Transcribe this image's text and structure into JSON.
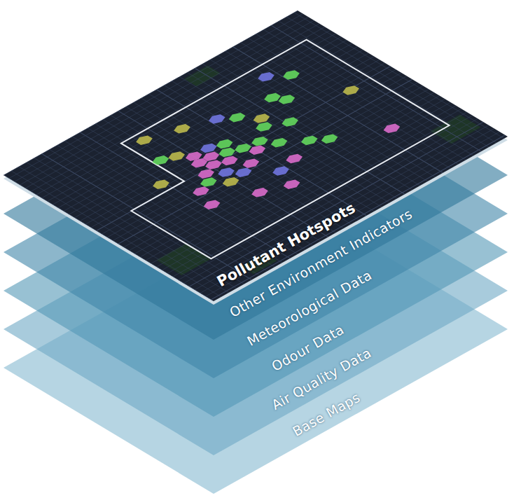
{
  "diagram": {
    "nodes": [
      {
        "text": [
          "Pollutant Hotspots"
        ]
      },
      {
        "text": [
          "Other Environment Indicators"
        ]
      },
      {
        "text": [
          "Meteorological Data"
        ]
      },
      {
        "text": [
          "Odour Data"
        ]
      },
      {
        "text": [
          "Air Quality Data"
        ]
      },
      {
        "text": [
          "Base Maps"
        ]
      }
    ]
  }
}
